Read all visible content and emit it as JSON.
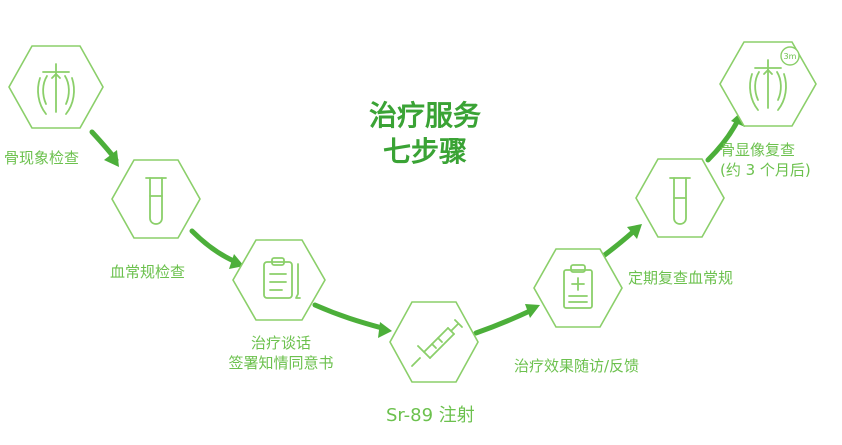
{
  "title": {
    "line1": "治疗服务",
    "line2": "七步骤"
  },
  "steps": [
    {
      "label": "骨现象检查",
      "icon": "ribcage-icon"
    },
    {
      "label": "血常规检查",
      "icon": "test-tube-icon"
    },
    {
      "label_line1": "治疗谈话",
      "label_line2": "签署知情同意书",
      "icon": "clipboard-icon"
    },
    {
      "label": "Sr-89 注射",
      "icon": "syringe-icon"
    },
    {
      "label": "治疗效果随访/反馈",
      "icon": "medical-chart-icon"
    },
    {
      "label": "定期复查血常规",
      "icon": "test-tube-icon"
    },
    {
      "label_line1": "骨显像复查",
      "label_line2": "(约 3 个月后)",
      "icon": "ribcage-3m-icon",
      "badge": "3m"
    }
  ],
  "colors": {
    "arrow": "#4caf3a",
    "icon_stroke": "#8bcf6a",
    "label": "#6cc14e",
    "title": "#3aa335"
  }
}
